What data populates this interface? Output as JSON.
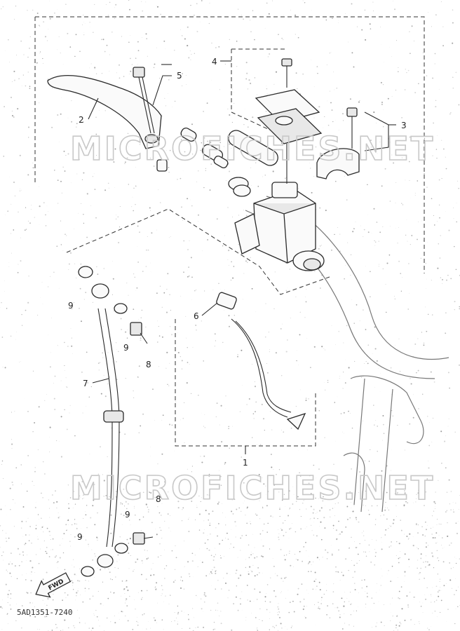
{
  "watermarks": [
    "MICROFICHES.NET",
    "MICROFICHES.NET"
  ],
  "callouts": {
    "c1": "1",
    "c2": "2",
    "c3": "3",
    "c4": "4",
    "c5": "5",
    "c6": "6",
    "c7": "7",
    "c8a": "8",
    "c8b": "8",
    "c9a": "9",
    "c9b": "9",
    "c9c": "9",
    "c9d": "9"
  },
  "fwd_label": "FWD",
  "diagram_code": "5AD1351-7240",
  "colors": {
    "ink": "#2a2a2a",
    "watermark": "#c8c8c8",
    "background": "#ffffff"
  }
}
